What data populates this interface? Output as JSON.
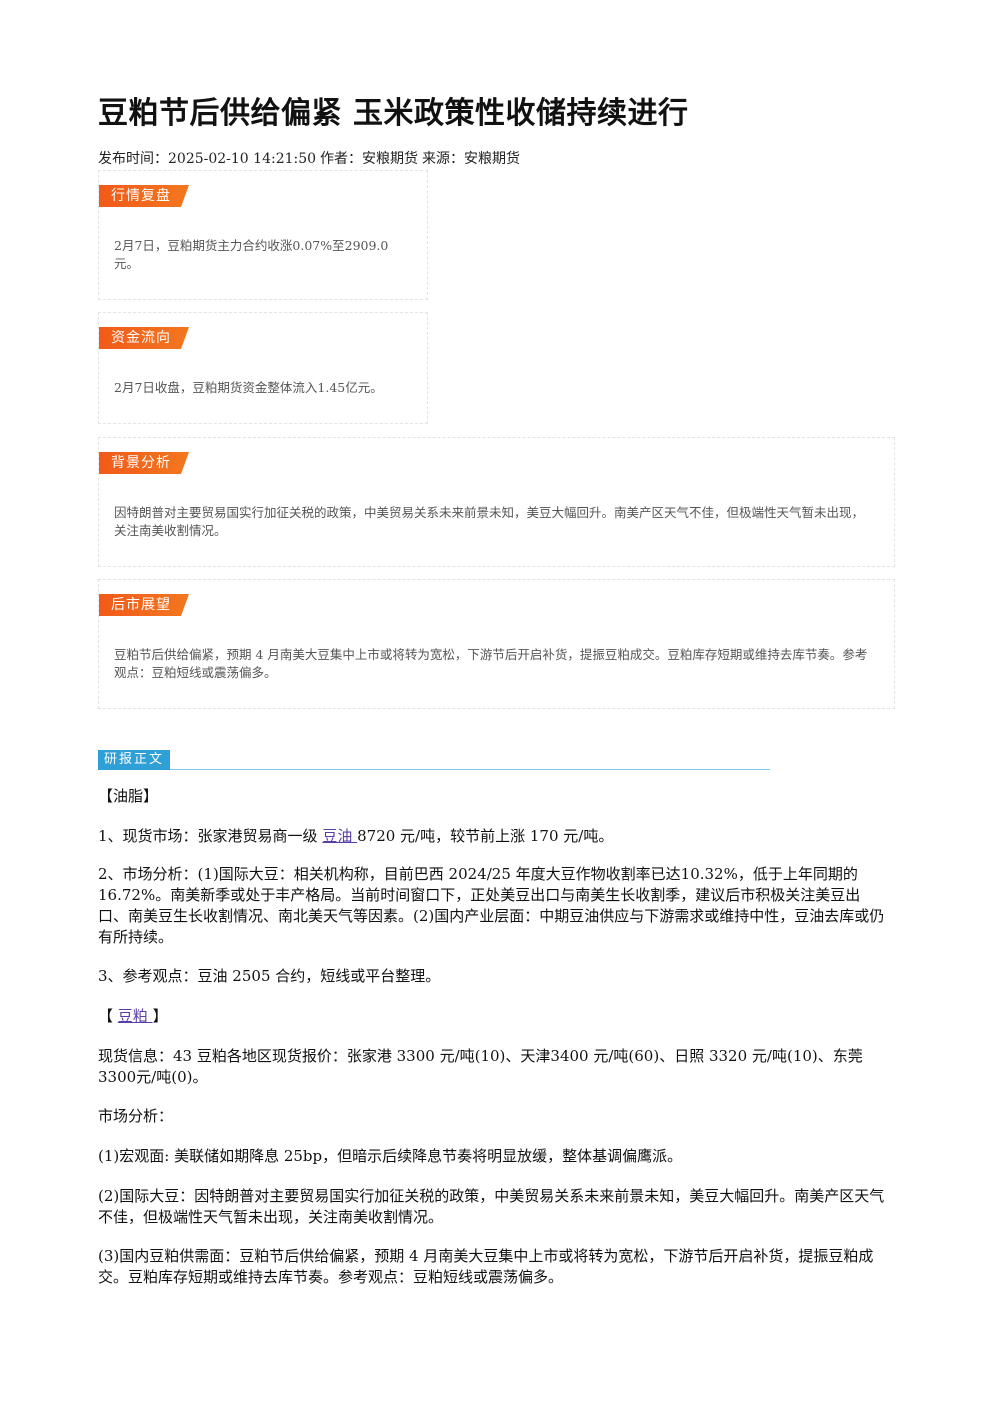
{
  "header": {
    "title": "豆粕节后供给偏紧 玉米政策性收储持续进行",
    "meta_published_label": "发布时间：2025-02-10 14:21:50",
    "meta_author": "作者：安粮期货",
    "meta_source": "来源：安粮期货"
  },
  "summary_boxes": [
    {
      "tag": "行情复盘",
      "text": "2月7日，豆粕期货主力合约收涨0.07%至2909.0元。"
    },
    {
      "tag": "资金流向",
      "text": "2月7日收盘，豆粕期货资金整体流入1.45亿元。"
    },
    {
      "tag": "背景分析",
      "text": "因特朗普对主要贸易国实行加征关税的政策，中美贸易关系未来前景未知，美豆大幅回升。南美产区天气不佳，但极端性天气暂未出现，关注南美收割情况。"
    },
    {
      "tag": "后市展望",
      "text": "豆粕节后供给偏紧，预期 4 月南美大豆集中上市或将转为宽松，下游节后开启补货，提振豆粕成交。豆粕库存短期或维持去库节奏。参考观点：豆粕短线或震荡偏多。"
    }
  ],
  "body": {
    "section_label": "研报正文",
    "oil_heading": "【油脂】",
    "oil_p1_prefix": "1、现货市场：张家港贸易商一级 ",
    "oil_p1_link": "豆油 ",
    "oil_p1_suffix": "8720 元/吨，较节前上涨 170 元/吨。",
    "oil_p2": "2、市场分析：(1)国际大豆：相关机构称，目前巴西 2024/25 年度大豆作物收割率已达10.32%，低于上年同期的16.72%。南美新季或处于丰产格局。当前时间窗口下，正处美豆出口与南美生长收割季，建议后市积极关注美豆出口、南美豆生长收割情况、南北美天气等因素。(2)国内产业层面：中期豆油供应与下游需求或维持中性，豆油去库或仍有所持续。",
    "oil_p3": "3、参考观点：豆油 2505 合约，短线或平台整理。",
    "meal_heading_left": "【 ",
    "meal_heading_link": "豆粕 ",
    "meal_heading_right": "】",
    "meal_p1": "现货信息：43 豆粕各地区现货报价：张家港 3300 元/吨(10)、天津3400 元/吨(60)、日照 3320 元/吨(10)、东莞 3300元/吨(0)。",
    "meal_p2": "市场分析：",
    "meal_p3": "(1)宏观面: 美联储如期降息 25bp，但暗示后续降息节奏将明显放缓，整体基调偏鹰派。",
    "meal_p4": "(2)国际大豆：因特朗普对主要贸易国实行加征关税的政策，中美贸易关系未来前景未知，美豆大幅回升。南美产区天气不佳，但极端性天气暂未出现，关注南美收割情况。",
    "meal_p5": "(3)国内豆粕供需面：豆粕节后供给偏紧，预期 4 月南美大豆集中上市或将转为宽松，下游节后开启补货，提振豆粕成交。豆粕库存短期或维持去库节奏。参考观点：豆粕短线或震荡偏多。"
  },
  "colors": {
    "tag_orange": "#f15a1a",
    "section_blue": "#2f9fd8",
    "link_purple": "#5a3ea8"
  }
}
